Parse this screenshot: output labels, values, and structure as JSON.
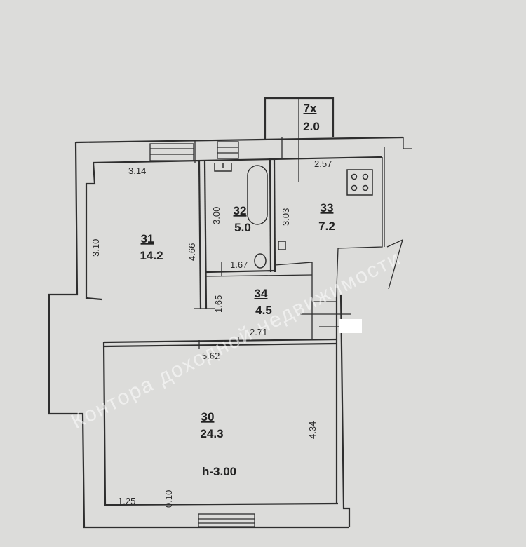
{
  "rooms": [
    {
      "number": "31",
      "area": "14.2"
    },
    {
      "number": "32",
      "area": "5.0"
    },
    {
      "number": "33",
      "area": "7.2"
    },
    {
      "number": "34",
      "area": "4.5"
    },
    {
      "number": "30",
      "area": "24.3"
    },
    {
      "number": "7х",
      "area": "2.0"
    }
  ],
  "dimensions": {
    "d314": "3.14",
    "d310": "3.10",
    "d466": "4.66",
    "d300": "3.00",
    "d303": "3.03",
    "d257": "2.57",
    "d167": "1.67",
    "d165": "1.65",
    "d271": "2.71",
    "d562": "5.62",
    "d434": "4.34",
    "d125": "1.25",
    "d010": "0.10"
  },
  "ceiling_height": "h-3.00",
  "watermark": "Контора  доходной  недвижимости"
}
